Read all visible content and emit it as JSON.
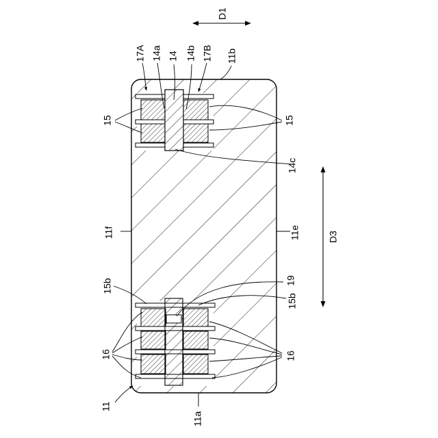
{
  "figure": {
    "labels": {
      "d1": "D1",
      "d3": "D3",
      "l17A": "17A",
      "l14a": "14a",
      "l14": "14",
      "l14b": "14b",
      "l17B": "17B",
      "l11b": "11b",
      "l15_left": "15",
      "l15_right": "15",
      "l14c": "14c",
      "l11f": "11f",
      "l11e": "11e",
      "l15b_left": "15b",
      "l15b_right": "15b",
      "l19": "19",
      "l16_left": "16",
      "l16_right": "16",
      "l11": "11",
      "l11a": "11a"
    }
  }
}
